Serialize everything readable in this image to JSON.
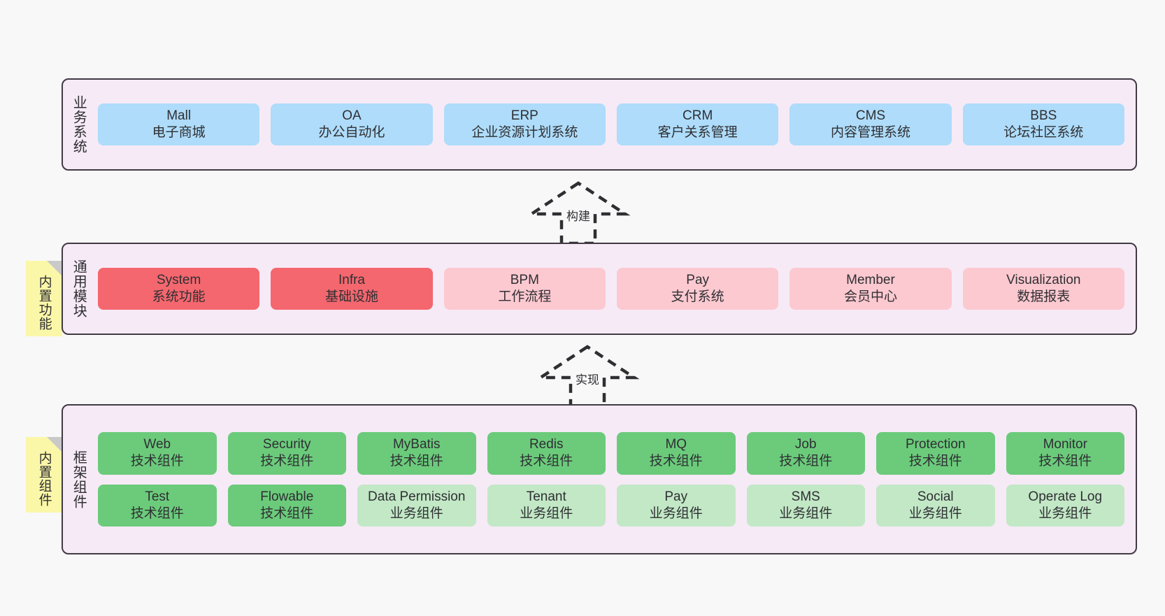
{
  "colors": {
    "panel_bg": "#f6eaf6",
    "panel_border": "#413a44",
    "page_bg": "#f8f8f8",
    "blue": "#aedcfa",
    "red": "#f4676e",
    "pink": "#fcc9d0",
    "green": "#6bcb7b",
    "green_light": "#c2e8c6",
    "note_bg": "#fbf7a8",
    "note_fold": "#c9c9c9",
    "text": "#2f2f33"
  },
  "layers": [
    {
      "id": "business-systems",
      "label": "业务系统",
      "note": null,
      "rows": [
        {
          "items": [
            {
              "title": "Mall",
              "subtitle": "电子商城",
              "color": "blue"
            },
            {
              "title": "OA",
              "subtitle": "办公自动化",
              "color": "blue"
            },
            {
              "title": "ERP",
              "subtitle": "企业资源计划系统",
              "color": "blue"
            },
            {
              "title": "CRM",
              "subtitle": "客户关系管理",
              "color": "blue"
            },
            {
              "title": "CMS",
              "subtitle": "内容管理系统",
              "color": "blue"
            },
            {
              "title": "BBS",
              "subtitle": "论坛社区系统",
              "color": "blue"
            }
          ]
        }
      ]
    },
    {
      "id": "common-modules",
      "label": "通用模块",
      "note": "内置功能",
      "rows": [
        {
          "items": [
            {
              "title": "System",
              "subtitle": "系统功能",
              "color": "red"
            },
            {
              "title": "Infra",
              "subtitle": "基础设施",
              "color": "red"
            },
            {
              "title": "BPM",
              "subtitle": "工作流程",
              "color": "pink"
            },
            {
              "title": "Pay",
              "subtitle": "支付系统",
              "color": "pink"
            },
            {
              "title": "Member",
              "subtitle": "会员中心",
              "color": "pink"
            },
            {
              "title": "Visualization",
              "subtitle": "数据报表",
              "color": "pink"
            }
          ]
        }
      ]
    },
    {
      "id": "framework-components",
      "label": "框架组件",
      "note": "内置组件",
      "rows": [
        {
          "items": [
            {
              "title": "Web",
              "subtitle": "技术组件",
              "color": "green"
            },
            {
              "title": "Security",
              "subtitle": "技术组件",
              "color": "green"
            },
            {
              "title": "MyBatis",
              "subtitle": "技术组件",
              "color": "green"
            },
            {
              "title": "Redis",
              "subtitle": "技术组件",
              "color": "green"
            },
            {
              "title": "MQ",
              "subtitle": "技术组件",
              "color": "green"
            },
            {
              "title": "Job",
              "subtitle": "技术组件",
              "color": "green"
            },
            {
              "title": "Protection",
              "subtitle": "技术组件",
              "color": "green"
            },
            {
              "title": "Monitor",
              "subtitle": "技术组件",
              "color": "green"
            }
          ]
        },
        {
          "items": [
            {
              "title": "Test",
              "subtitle": "技术组件",
              "color": "green"
            },
            {
              "title": "Flowable",
              "subtitle": "技术组件",
              "color": "green"
            },
            {
              "title": "Data Permission",
              "subtitle": "业务组件",
              "color": "green_light"
            },
            {
              "title": "Tenant",
              "subtitle": "业务组件",
              "color": "green_light"
            },
            {
              "title": "Pay",
              "subtitle": "业务组件",
              "color": "green_light"
            },
            {
              "title": "SMS",
              "subtitle": "业务组件",
              "color": "green_light"
            },
            {
              "title": "Social",
              "subtitle": "业务组件",
              "color": "green_light"
            },
            {
              "title": "Operate Log",
              "subtitle": "业务组件",
              "color": "green_light"
            }
          ]
        }
      ]
    }
  ],
  "connectors": [
    {
      "id": "build",
      "label": "构建"
    },
    {
      "id": "implement",
      "label": "实现"
    }
  ]
}
